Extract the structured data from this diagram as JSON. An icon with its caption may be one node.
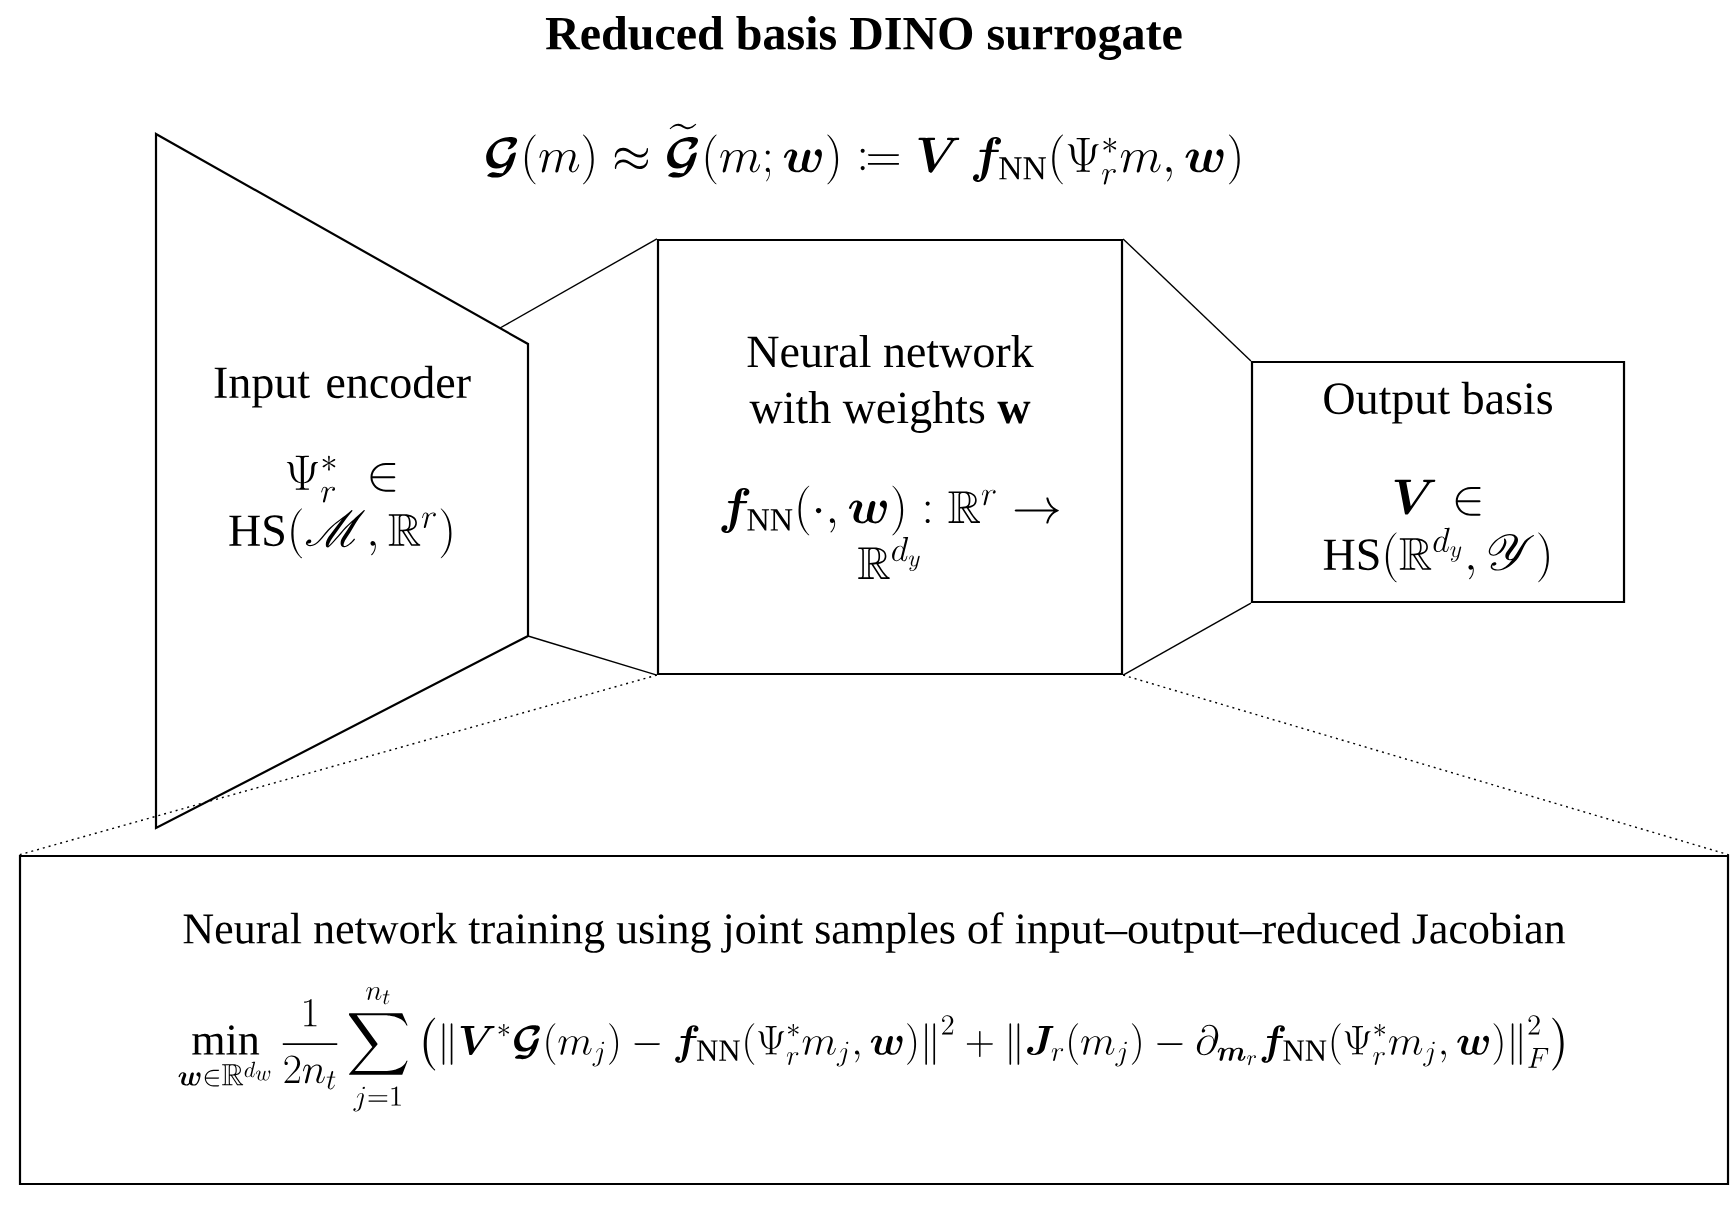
{
  "diagram": {
    "title": "Reduced basis DINO surrogate",
    "nodes": [
      {
        "text": [
          "Input encoder",
          "\\Psi_r^* \\in \\mathrm{HS}(\\mathscr{M}, \\mathbb{R}^r)"
        ]
      },
      {
        "text": [
          "Neural network with weights **w**",
          "\\bm{f}_{\\mathrm{NN}}(\\cdot, \\bm{w}) : \\mathbb{R}^r \\to \\mathbb{R}^{d_y}"
        ]
      },
      {
        "text": [
          "Output basis",
          "\\bm{V} \\in \\mathrm{HS}(\\mathbb{R}^{d_y}, \\mathscr{Y})"
        ]
      },
      {
        "text": [
          "Neural network training using joint samples of input–output–reduced Jacobian",
          "\\min_{\\bm{w}\\in\\mathbb{R}^{d_w}} \\frac{1}{2n_t}\\sum_{j=1}^{n_t}\\left(\\left\\|\\bm{V}^*\\bm{\\mathcal{G}}(m_j)-\\bm{f}_{\\mathrm{NN}}(\\Psi_r^*m_j,\\bm{w})\\right\\|^2+\\left\\|\\bm{J}_r(m_j)-\\partial_{\\bm{m}_r}\\bm{f}_{\\mathrm{NN}}(\\Psi_r^*m_j,\\bm{w})\\right\\|_F^2\\right)"
        ]
      }
    ],
    "edges": [
      {
        "from": 0,
        "to": 1,
        "arrow": "none"
      },
      {
        "from": 0,
        "to": 1,
        "arrow": "none"
      },
      {
        "from": 1,
        "to": 2,
        "arrow": "none"
      },
      {
        "from": 1,
        "to": 2,
        "arrow": "none"
      },
      {
        "from": 1,
        "to": 3,
        "arrow": "none",
        "style": "dashed"
      },
      {
        "from": 1,
        "to": 3,
        "arrow": "none",
        "style": "dashed"
      }
    ],
    "labels": [
      "\\bm{\\mathcal{G}}(m)\\approx\\widetilde{\\bm{\\mathcal{G}}}(m;\\bm{w})\\coloneqq\\bm{V}\\,\\bm{f}_{\\mathrm{NN}}(\\Psi_r^*m,\\bm{w})"
    ]
  }
}
